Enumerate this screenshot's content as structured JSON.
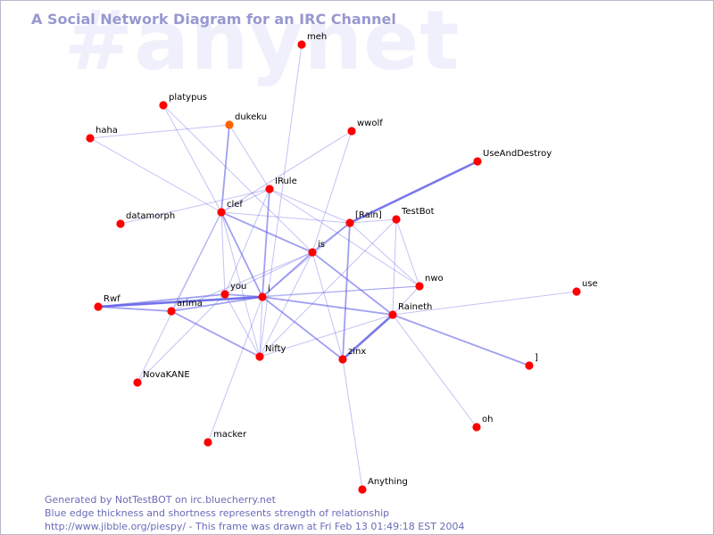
{
  "title": "A Social Network Diagram for an IRC Channel",
  "watermark": "#anynet",
  "footer": {
    "line1": "Generated by NotTestBOT on irc.bluecherry.net",
    "line2": "Blue edge thickness and shortness represents strength of relationship",
    "line3": "http://www.jibble.org/piespy/ - This frame was drawn at Fri Feb 13 01:49:18 EST 2004"
  },
  "colors": {
    "node": "#ff0000",
    "node_highlight": "#ff6000",
    "edge": "#6060e8",
    "title": "#9898d0",
    "footer": "#6a6ab8"
  },
  "nodes": [
    {
      "id": "meh",
      "label": "meh"
    },
    {
      "id": "platypus",
      "label": "platypus"
    },
    {
      "id": "dukeku",
      "label": "dukeku",
      "highlight": true
    },
    {
      "id": "wwolf",
      "label": "wwolf"
    },
    {
      "id": "haha",
      "label": "haha"
    },
    {
      "id": "UseAndDestroy",
      "label": "UseAndDestroy"
    },
    {
      "id": "IRule",
      "label": "IRule"
    },
    {
      "id": "clef",
      "label": "clef"
    },
    {
      "id": "datamorph",
      "label": "datamorph"
    },
    {
      "id": "Rain",
      "label": "[Rain]"
    },
    {
      "id": "TestBot",
      "label": "TestBot"
    },
    {
      "id": "is",
      "label": "is"
    },
    {
      "id": "nwo",
      "label": "nwo"
    },
    {
      "id": "use",
      "label": "use"
    },
    {
      "id": "you",
      "label": "you"
    },
    {
      "id": "i",
      "label": "i"
    },
    {
      "id": "Rwf",
      "label": "Rwf"
    },
    {
      "id": "arima",
      "label": "arima"
    },
    {
      "id": "Raineth",
      "label": "Raineth"
    },
    {
      "id": "Nifty",
      "label": "Nifty"
    },
    {
      "id": "zinx",
      "label": "zinx"
    },
    {
      "id": "bracket",
      "label": "]"
    },
    {
      "id": "NovaKANE",
      "label": "NovaKANE"
    },
    {
      "id": "oh",
      "label": "oh"
    },
    {
      "id": "macker",
      "label": "macker"
    },
    {
      "id": "Anything",
      "label": "Anything"
    }
  ],
  "edges": [
    {
      "from": "Rain",
      "to": "UseAndDestroy",
      "strength": 3
    },
    {
      "from": "Rwf",
      "to": "i",
      "strength": 3
    },
    {
      "from": "Rwf",
      "to": "you",
      "strength": 2
    },
    {
      "from": "Rwf",
      "to": "arima",
      "strength": 2
    },
    {
      "from": "Rwf",
      "to": "nwo",
      "strength": 1
    },
    {
      "from": "arima",
      "to": "i",
      "strength": 2
    },
    {
      "from": "arima",
      "to": "is",
      "strength": 1
    },
    {
      "from": "arima",
      "to": "Nifty",
      "strength": 2
    },
    {
      "from": "arima",
      "to": "clef",
      "strength": 1
    },
    {
      "from": "clef",
      "to": "dukeku",
      "strength": 2
    },
    {
      "from": "clef",
      "to": "i",
      "strength": 2
    },
    {
      "from": "clef",
      "to": "is",
      "strength": 2
    },
    {
      "from": "clef",
      "to": "Rain",
      "strength": 1
    },
    {
      "from": "clef",
      "to": "IRule",
      "strength": 1
    },
    {
      "from": "clef",
      "to": "platypus",
      "strength": 1
    },
    {
      "from": "clef",
      "to": "wwolf",
      "strength": 1
    },
    {
      "from": "clef",
      "to": "Nifty",
      "strength": 1
    },
    {
      "from": "clef",
      "to": "NovaKANE",
      "strength": 1
    },
    {
      "from": "clef",
      "to": "you",
      "strength": 1
    },
    {
      "from": "IRule",
      "to": "i",
      "strength": 2
    },
    {
      "from": "IRule",
      "to": "Rain",
      "strength": 1
    },
    {
      "from": "IRule",
      "to": "dukeku",
      "strength": 1
    },
    {
      "from": "IRule",
      "to": "you",
      "strength": 1
    },
    {
      "from": "IRule",
      "to": "nwo",
      "strength": 1
    },
    {
      "from": "IRule",
      "to": "datamorph",
      "strength": 1
    },
    {
      "from": "meh",
      "to": "Nifty",
      "strength": 1
    },
    {
      "from": "haha",
      "to": "dukeku",
      "strength": 1
    },
    {
      "from": "haha",
      "to": "clef",
      "strength": 1
    },
    {
      "from": "platypus",
      "to": "is",
      "strength": 1
    },
    {
      "from": "wwolf",
      "to": "is",
      "strength": 1
    },
    {
      "from": "Rain",
      "to": "is",
      "strength": 2
    },
    {
      "from": "Rain",
      "to": "i",
      "strength": 1
    },
    {
      "from": "Rain",
      "to": "zinx",
      "strength": 2
    },
    {
      "from": "Rain",
      "to": "TestBot",
      "strength": 1
    },
    {
      "from": "Rain",
      "to": "nwo",
      "strength": 1
    },
    {
      "from": "is",
      "to": "i",
      "strength": 2
    },
    {
      "from": "is",
      "to": "Raineth",
      "strength": 2
    },
    {
      "from": "is",
      "to": "zinx",
      "strength": 1
    },
    {
      "from": "is",
      "to": "you",
      "strength": 1
    },
    {
      "from": "is",
      "to": "Nifty",
      "strength": 1
    },
    {
      "from": "TestBot",
      "to": "Raineth",
      "strength": 1
    },
    {
      "from": "TestBot",
      "to": "nwo",
      "strength": 1
    },
    {
      "from": "TestBot",
      "to": "Nifty",
      "strength": 1
    },
    {
      "from": "i",
      "to": "Raineth",
      "strength": 2
    },
    {
      "from": "i",
      "to": "nwo",
      "strength": 1
    },
    {
      "from": "i",
      "to": "zinx",
      "strength": 2
    },
    {
      "from": "i",
      "to": "Nifty",
      "strength": 1
    },
    {
      "from": "i",
      "to": "you",
      "strength": 2
    },
    {
      "from": "i",
      "to": "macker",
      "strength": 1
    },
    {
      "from": "Raineth",
      "to": "zinx",
      "strength": 3
    },
    {
      "from": "Raineth",
      "to": "bracket",
      "strength": 2
    },
    {
      "from": "Raineth",
      "to": "use",
      "strength": 1
    },
    {
      "from": "Raineth",
      "to": "oh",
      "strength": 1
    },
    {
      "from": "Raineth",
      "to": "nwo",
      "strength": 1
    },
    {
      "from": "Raineth",
      "to": "Nifty",
      "strength": 1
    },
    {
      "from": "zinx",
      "to": "Anything",
      "strength": 1
    },
    {
      "from": "NovaKANE",
      "to": "you",
      "strength": 1
    },
    {
      "from": "you",
      "to": "Nifty",
      "strength": 1
    }
  ]
}
